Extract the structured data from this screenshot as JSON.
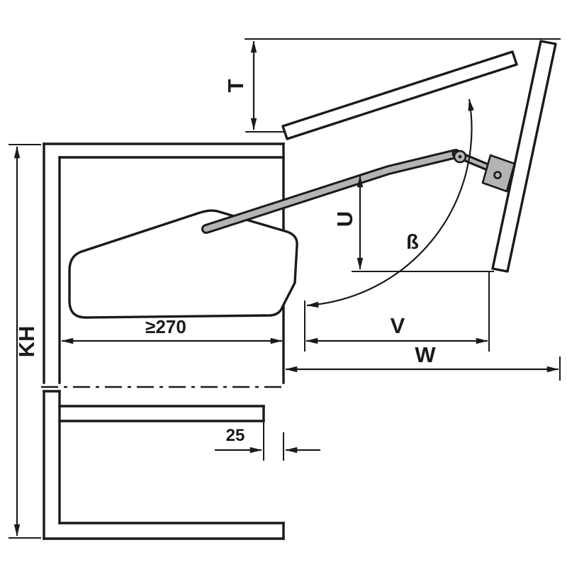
{
  "diagram": {
    "dimension_labels": {
      "cabinet_height": "KH",
      "top_clearance": "T",
      "arm_attachment_height": "U",
      "front_projection": "V",
      "total_projection": "W",
      "opening_angle": "ß",
      "min_interior_depth": "≥270",
      "front_panel_offset": "25"
    },
    "colors": {
      "line": "#1a1a1a",
      "arm_fill": "#b4b4b4",
      "part_fill": "#ffffff",
      "background": "#ffffff"
    }
  }
}
